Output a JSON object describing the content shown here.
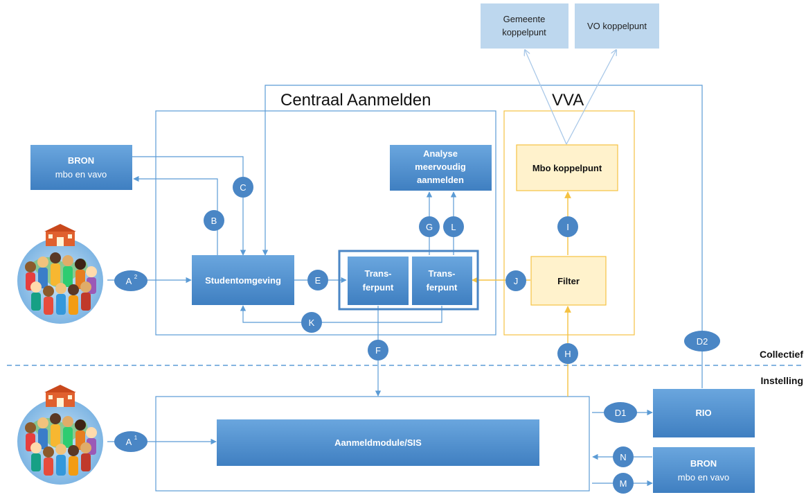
{
  "colors": {
    "blue": "#5b9bd5",
    "blue_dark": "#4a86c5",
    "blue_light_box": "#bdd7ee",
    "yellow_line": "#f5c242",
    "yellow_fill": "#fff2cc"
  },
  "sections": {
    "central_title": "Centraal Aanmelden",
    "vva_title": "VVA",
    "collectief": "Collectief",
    "instelling": "Instelling"
  },
  "boxes": {
    "bron_top_line1": "BRON",
    "bron_top_line2": "mbo en vavo",
    "studentomgeving": "Studentomgeving",
    "transferpunt1_line1": "Trans-",
    "transferpunt1_line2": "ferpunt",
    "transferpunt2_line1": "Trans-",
    "transferpunt2_line2": "ferpunt",
    "analyse_line1": "Analyse",
    "analyse_line2": "meervoudig",
    "analyse_line3": "aanmelden",
    "mbo_koppelpunt": "Mbo koppelpunt",
    "filter": "Filter",
    "gemeente_line1": "Gemeente",
    "gemeente_line2": "koppelpunt",
    "vo_koppelpunt": "VO koppelpunt",
    "aanmeldmodule": "Aanmeldmodule/SIS",
    "rio": "RIO",
    "bron_bottom_line1": "BRON",
    "bron_bottom_line2": "mbo en vavo"
  },
  "markers": {
    "a2": "A",
    "a2_sup": "2",
    "a1": "A",
    "a1_sup": "1",
    "b": "B",
    "c": "C",
    "e": "E",
    "f": "F",
    "g": "G",
    "h": "H",
    "i": "I",
    "j": "J",
    "k": "K",
    "l": "L",
    "m": "M",
    "n": "N",
    "d1": "D1",
    "d2": "D2"
  }
}
